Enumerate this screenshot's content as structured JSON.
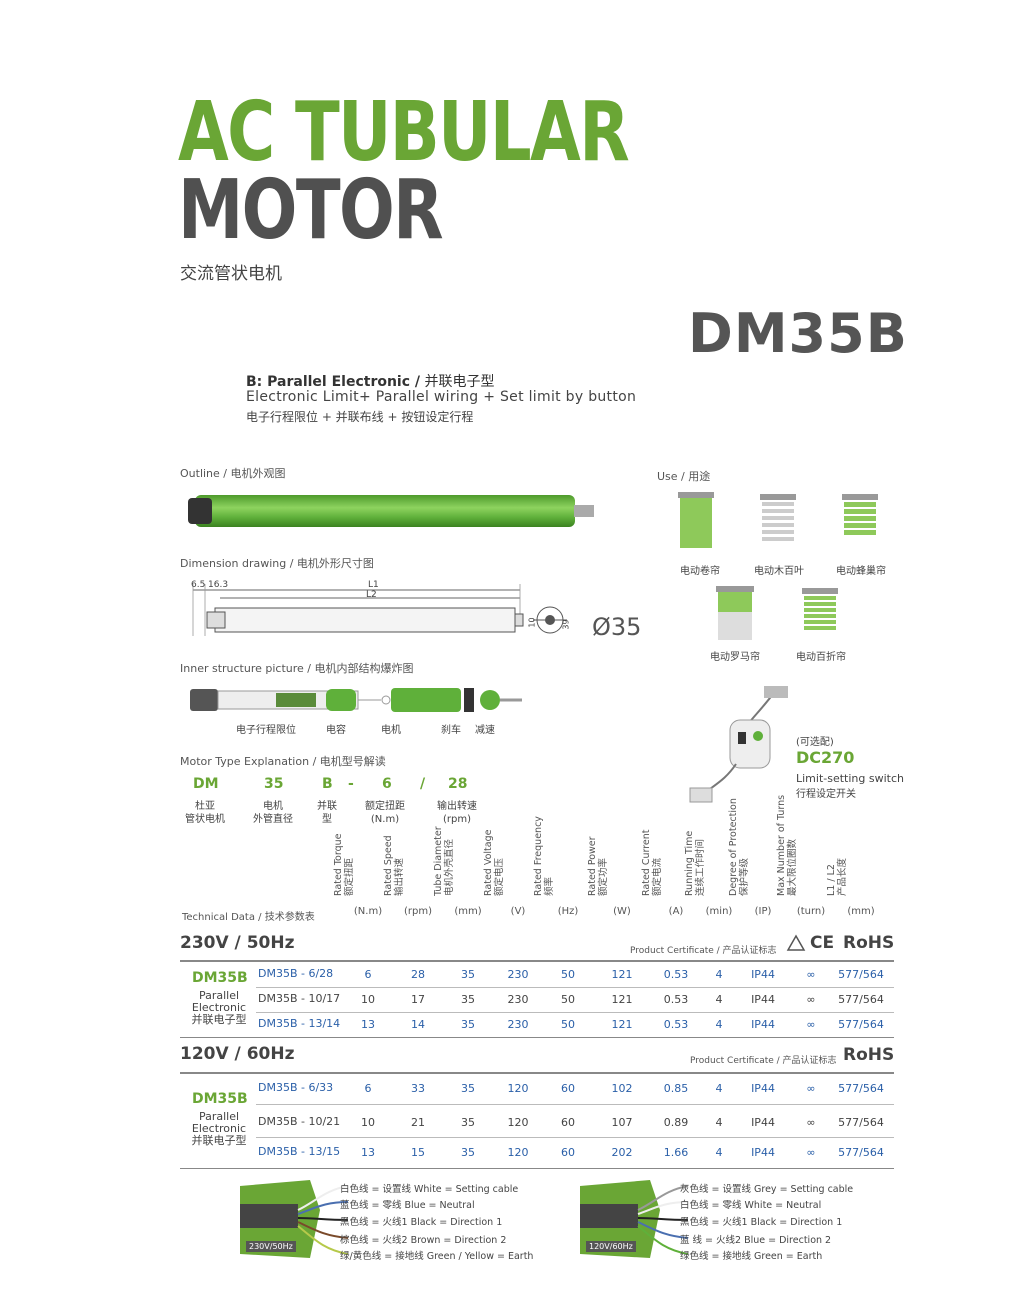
{
  "header": {
    "title_line1": "AC TUBULAR",
    "title_line2": "MOTOR",
    "subtitle_cn": "交流管状电机",
    "model": "DM35B"
  },
  "intro": {
    "bold": "B: Parallel Electronic /",
    "bold_cn": " 并联电子型",
    "line2": "Electronic Limit+ Parallel wiring + Set limit by button",
    "line3": "电子行程限位 + 并联布线 + 按钮设定行程"
  },
  "sections": {
    "outline": "Outline / 电机外观图",
    "dimension": "Dimension drawing / 电机外形尺寸图",
    "inner": "Inner structure picture / 电机内部结构爆炸图",
    "type_expl": "Motor Type Explanation / 电机型号解读",
    "use": "Use / 用途"
  },
  "dimension": {
    "d1": "6.5",
    "d2": "16.3",
    "l1": "L1",
    "l2": "L2",
    "h10": "10",
    "h39": "39",
    "diameter": "Ø35"
  },
  "inner_parts": [
    "电子行程限位",
    "电容",
    "电机",
    "刹车",
    "减速"
  ],
  "uses": [
    "电动卷帘",
    "电动木百叶",
    "电动蜂巢帘",
    "电动罗马帘",
    "电动百折帘"
  ],
  "accessory": {
    "optional": "(可选配)",
    "name": "DC270",
    "desc1": "Limit-setting switch",
    "desc2": "行程设定开关"
  },
  "type_code": {
    "codes": [
      "DM",
      "35",
      "B",
      "-",
      "6",
      "/",
      "28"
    ],
    "labels": [
      [
        "杜亚",
        "管状电机"
      ],
      [
        "电机",
        "外管直径"
      ],
      [
        "并联",
        "型"
      ],
      [
        "额定扭距",
        "(N.m)"
      ],
      [
        "输出转速",
        "(rpm)"
      ]
    ]
  },
  "table": {
    "caption": "Technical Data / 技术参数表",
    "columns": [
      {
        "en": "Rated Torque",
        "cn": "额定扭距",
        "unit": "(N.m)"
      },
      {
        "en": "Rated Speed",
        "cn": "输出转速",
        "unit": "(rpm)"
      },
      {
        "en": "Tube Diameter",
        "cn": "电机外壳直径",
        "unit": "(mm)"
      },
      {
        "en": "Rated Voltage",
        "cn": "额定电压",
        "unit": "(V)"
      },
      {
        "en": "Rated Frequency",
        "cn": "频率",
        "unit": "(Hz)"
      },
      {
        "en": "Rated Power",
        "cn": "额定功率",
        "unit": "(W)"
      },
      {
        "en": "Rated Current",
        "cn": "额定电流",
        "unit": "(A)"
      },
      {
        "en": "Running Time",
        "cn": "连续工作时间",
        "unit": "(min)"
      },
      {
        "en": "Degree of Protection",
        "cn": "保护等级",
        "unit": "(IP)"
      },
      {
        "en": "Max Number of Turns",
        "cn": "最大限位圈数",
        "unit": "(turn)"
      },
      {
        "en": "L1 / L2",
        "cn": "产品长度",
        "unit": "(mm)"
      }
    ],
    "groups": [
      {
        "voltage": "230V / 50Hz",
        "cert": "Product Certificate / 产品认证标志",
        "rohs": "RoHS",
        "ce": "CE",
        "name": "DM35B",
        "sub": [
          "Parallel",
          "Electronic",
          "并联电子型"
        ],
        "rows": [
          {
            "model": "DM35B - 6/28",
            "vals": [
              "6",
              "28",
              "35",
              "230",
              "50",
              "121",
              "0.53",
              "4",
              "IP44",
              "∞",
              "577/564"
            ]
          },
          {
            "model": "DM35B - 10/17",
            "vals": [
              "10",
              "17",
              "35",
              "230",
              "50",
              "121",
              "0.53",
              "4",
              "IP44",
              "∞",
              "577/564"
            ]
          },
          {
            "model": "DM35B - 13/14",
            "vals": [
              "13",
              "14",
              "35",
              "230",
              "50",
              "121",
              "0.53",
              "4",
              "IP44",
              "∞",
              "577/564"
            ]
          }
        ]
      },
      {
        "voltage": "120V / 60Hz",
        "cert": "Product Certificate / 产品认证标志",
        "rohs": "RoHS",
        "name": "DM35B",
        "sub": [
          "Parallel",
          "Electronic",
          "并联电子型"
        ],
        "rows": [
          {
            "model": "DM35B - 6/33",
            "vals": [
              "6",
              "33",
              "35",
              "120",
              "60",
              "102",
              "0.85",
              "4",
              "IP44",
              "∞",
              "577/564"
            ]
          },
          {
            "model": "DM35B - 10/21",
            "vals": [
              "10",
              "21",
              "35",
              "120",
              "60",
              "107",
              "0.89",
              "4",
              "IP44",
              "∞",
              "577/564"
            ]
          },
          {
            "model": "DM35B - 13/15",
            "vals": [
              "13",
              "15",
              "35",
              "120",
              "60",
              "202",
              "1.66",
              "4",
              "IP44",
              "∞",
              "577/564"
            ]
          }
        ]
      }
    ]
  },
  "wiring": [
    {
      "badge": "230V/50Hz",
      "lines": [
        "白色线 = 设置线  White = Setting cable",
        "蓝色线 = 零线  Blue = Neutral",
        "黑色线 = 火线1  Black = Direction 1",
        "棕色线 = 火线2  Brown = Direction 2",
        "绿/黄色线 = 接地线  Green / Yellow = Earth"
      ]
    },
    {
      "badge": "120V/60Hz",
      "lines": [
        "灰色线 = 设置线  Grey = Setting cable",
        "白色线 = 零线  White = Neutral",
        "黑色线 = 火线1  Black = Direction 1",
        "蓝  线 = 火线2  Blue = Direction 2",
        "绿色线 = 接地线  Green = Earth"
      ]
    }
  ],
  "colors": {
    "accent": "#6aa635",
    "dark": "#505050",
    "blue": "#2a5fa8"
  }
}
